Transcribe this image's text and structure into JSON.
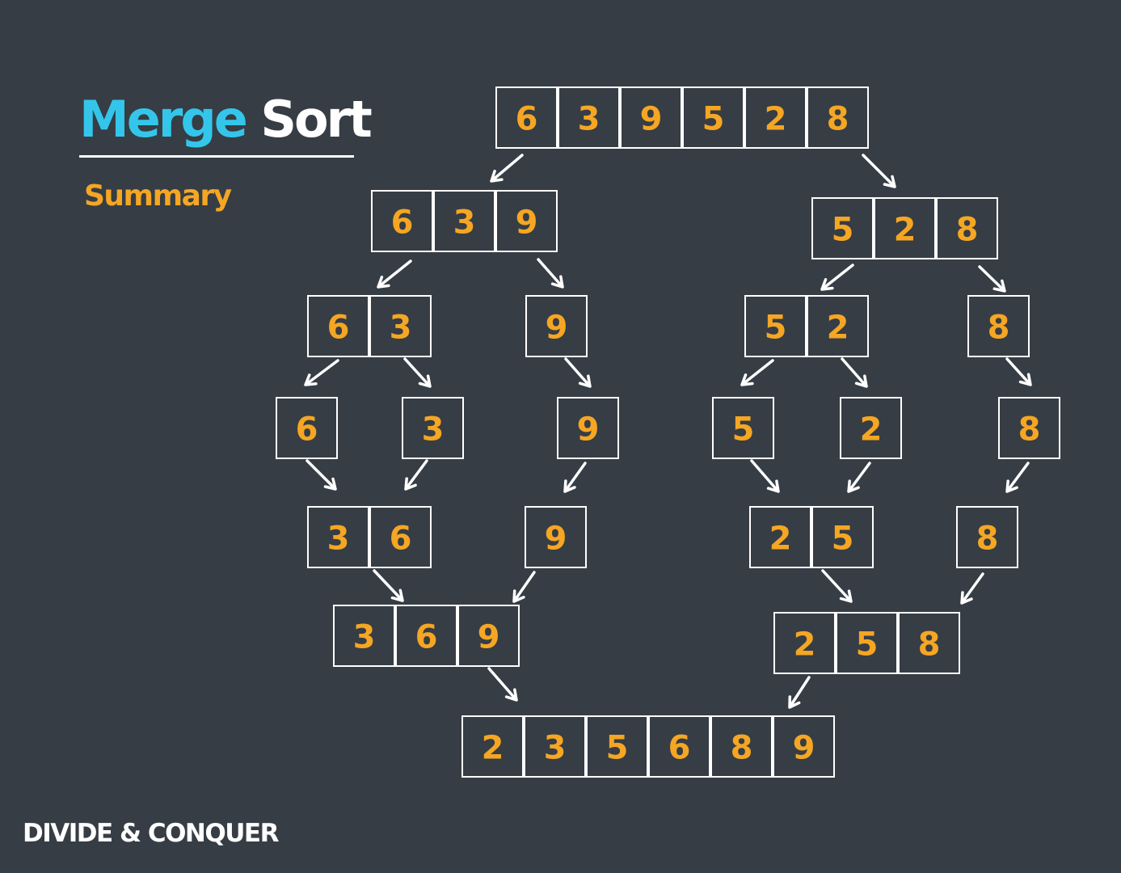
{
  "title": {
    "word1": "Merge",
    "word2": "Sort"
  },
  "subtitle": "Summary",
  "footer": "DIVIDE & CONQUER",
  "colors": {
    "background": "#363d45",
    "title_accent": "#34c6ea",
    "digits": "#f5a623",
    "outline": "#ffffff"
  },
  "arrays": [
    {
      "id": "root",
      "values": [
        "6",
        "3",
        "9",
        "5",
        "2",
        "8"
      ]
    },
    {
      "id": "L",
      "values": [
        "6",
        "3",
        "9"
      ]
    },
    {
      "id": "R",
      "values": [
        "5",
        "2",
        "8"
      ]
    },
    {
      "id": "LL",
      "values": [
        "6",
        "3"
      ]
    },
    {
      "id": "LR",
      "values": [
        "9"
      ]
    },
    {
      "id": "RL",
      "values": [
        "5",
        "2"
      ]
    },
    {
      "id": "RR",
      "values": [
        "8"
      ]
    },
    {
      "id": "LLL",
      "values": [
        "6"
      ]
    },
    {
      "id": "LLR",
      "values": [
        "3"
      ]
    },
    {
      "id": "LRs",
      "values": [
        "9"
      ]
    },
    {
      "id": "RLL",
      "values": [
        "5"
      ]
    },
    {
      "id": "RLR",
      "values": [
        "2"
      ]
    },
    {
      "id": "RRs",
      "values": [
        "8"
      ]
    },
    {
      "id": "mLL",
      "values": [
        "3",
        "6"
      ]
    },
    {
      "id": "mLR",
      "values": [
        "9"
      ]
    },
    {
      "id": "mRL",
      "values": [
        "2",
        "5"
      ]
    },
    {
      "id": "mRR",
      "values": [
        "8"
      ]
    },
    {
      "id": "mL",
      "values": [
        "3",
        "6",
        "9"
      ]
    },
    {
      "id": "mR",
      "values": [
        "2",
        "5",
        "8"
      ]
    },
    {
      "id": "final",
      "values": [
        "2",
        "3",
        "5",
        "6",
        "8",
        "9"
      ]
    }
  ]
}
